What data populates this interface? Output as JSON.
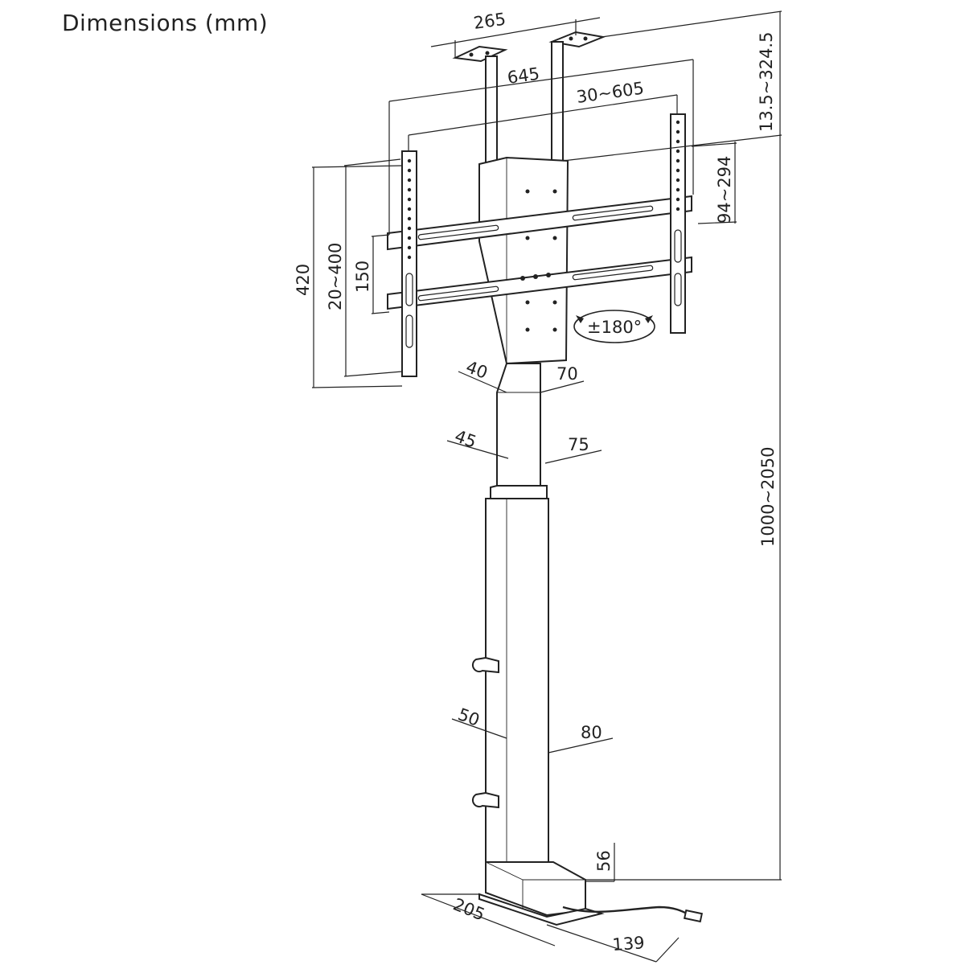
{
  "title": "Dimensions (mm)",
  "dimensions": {
    "bracket_spacing": "265",
    "overall_width": "645",
    "vesa_horizontal": "30~605",
    "ceiling_drop": "13.5~324.5",
    "vesa_vertical_adjust": "94~294",
    "overall_height_bracket": "420",
    "vesa_vertical": "20~400",
    "rail_spacing": "150",
    "rotation": "±180°",
    "upper_tube_depth": "40",
    "upper_tube_width": "70",
    "middle_tube_depth": "45",
    "middle_tube_width": "75",
    "lower_tube_depth": "50",
    "lower_tube_width": "80",
    "stand_height": "1000~2050",
    "base_height": "56",
    "base_length": "205",
    "base_width": "139"
  }
}
